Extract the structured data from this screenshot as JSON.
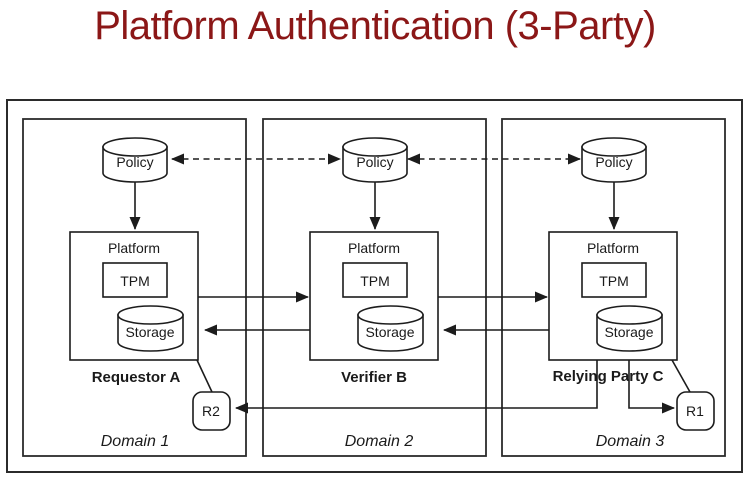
{
  "title": {
    "text": "Platform Authentication (3-Party)",
    "color": "#8B1717"
  },
  "diagram": {
    "domains": [
      {
        "domain_label": "Domain 1",
        "entity_label": "Requestor A",
        "policy_label": "Policy",
        "platform_label": "Platform",
        "tpm_label": "TPM",
        "storage_label": "Storage"
      },
      {
        "domain_label": "Domain 2",
        "entity_label": "Verifier B",
        "policy_label": "Policy",
        "platform_label": "Platform",
        "tpm_label": "TPM",
        "storage_label": "Storage"
      },
      {
        "domain_label": "Domain 3",
        "entity_label": "Relying Party C",
        "policy_label": "Policy",
        "platform_label": "Platform",
        "tpm_label": "TPM",
        "storage_label": "Storage"
      }
    ],
    "exchange_nodes": {
      "r2": "R2",
      "r1": "R1"
    },
    "colors": {
      "line": "#1c1c1c",
      "text": "#1a1a1a",
      "background": "#ffffff"
    }
  }
}
